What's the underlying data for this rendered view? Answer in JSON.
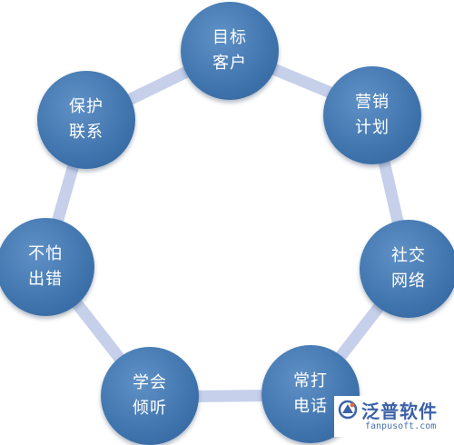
{
  "diagram": {
    "nodes": [
      {
        "id": "target-customers",
        "line1": "目标",
        "line2": "客户"
      },
      {
        "id": "marketing-plan",
        "line1": "营销",
        "line2": "计划"
      },
      {
        "id": "social-network",
        "line1": "社交",
        "line2": "网络"
      },
      {
        "id": "make-calls",
        "line1": "常打",
        "line2": "电话"
      },
      {
        "id": "learn-to-listen",
        "line1": "学会",
        "line2": "倾听"
      },
      {
        "id": "not-afraid-of-mistakes",
        "line1": "不怕",
        "line2": "出错"
      },
      {
        "id": "keep-in-touch",
        "line1": "保护",
        "line2": "联系"
      }
    ]
  },
  "watermark": {
    "brand": "泛普软件",
    "url": "fanpusoft.com"
  },
  "colors": {
    "node_fill": "#3f73ac",
    "ring": "#c3cde8",
    "text": "#ffffff",
    "brand": "#3c63a8"
  }
}
